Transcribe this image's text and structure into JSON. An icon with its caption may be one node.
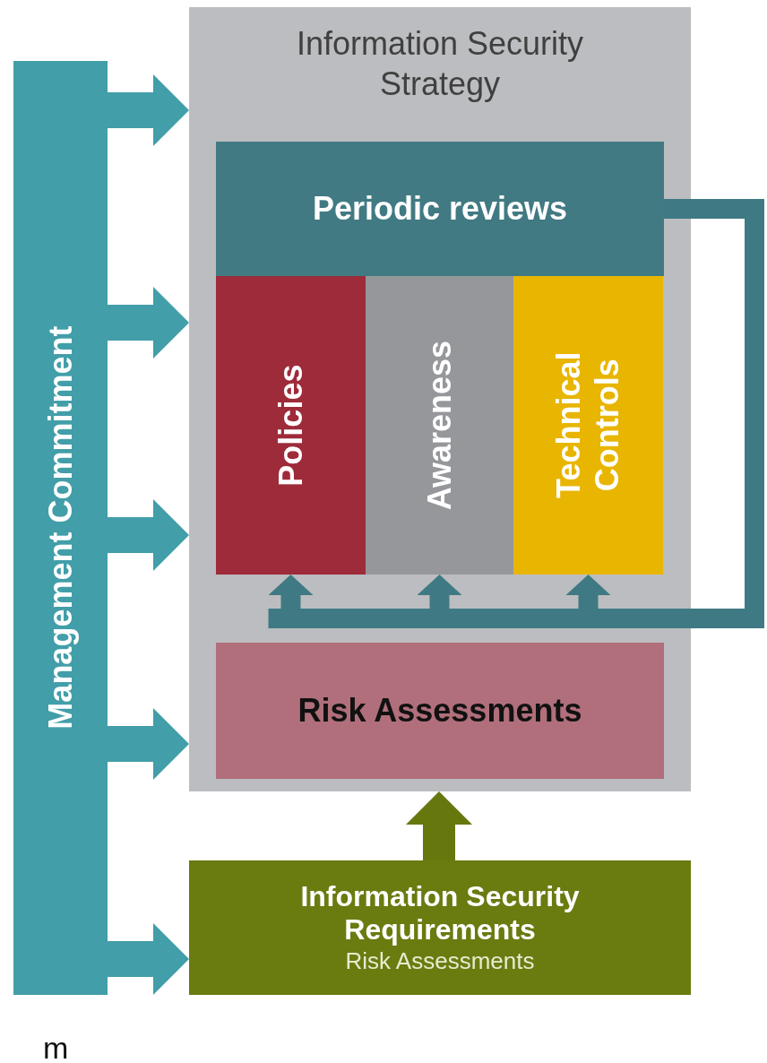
{
  "diagram": {
    "nodes": [
      {
        "text": [
          "Information Security Strategy"
        ]
      },
      {
        "text": [
          "Periodic reviews"
        ],
        "in": 0
      },
      {
        "text": [
          "Policies"
        ],
        "in": 0
      },
      {
        "text": [
          "Awareness"
        ],
        "in": 0
      },
      {
        "text": [
          "Technical Controls"
        ],
        "in": 0
      },
      {
        "text": [
          "Risk Assessments"
        ],
        "in": 0
      },
      {
        "text": [
          "Information Security Requirements",
          "Risk Assessments"
        ]
      },
      {
        "text": [
          "Management Commitment"
        ]
      }
    ],
    "edges": [
      {
        "from": 7,
        "to": 0,
        "arrow": "to"
      },
      {
        "from": 7,
        "to": 0,
        "arrow": "to"
      },
      {
        "from": 7,
        "to": 0,
        "arrow": "to"
      },
      {
        "from": 7,
        "to": 0,
        "arrow": "to"
      },
      {
        "from": 7,
        "to": 6,
        "arrow": "to"
      },
      {
        "from": 6,
        "to": 5,
        "arrow": "to",
        "color": "#66770e"
      },
      {
        "from": 1,
        "to": 2,
        "arrow": "to",
        "color": "#3f7a84"
      },
      {
        "from": 1,
        "to": 3,
        "arrow": "to",
        "color": "#3f7a84"
      },
      {
        "from": 1,
        "to": 4,
        "arrow": "to",
        "color": "#3f7a84"
      }
    ],
    "labels": [
      "m"
    ]
  }
}
